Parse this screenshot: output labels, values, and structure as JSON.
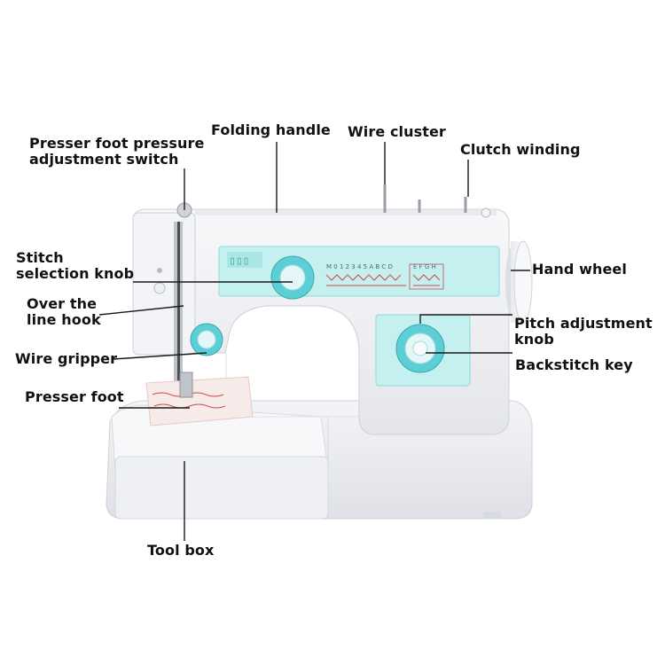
{
  "labels": {
    "presser_foot_pressure": [
      "Presser foot pressure",
      "adjustment switch"
    ],
    "folding_handle": "Folding handle",
    "wire_cluster": "Wire cluster",
    "clutch_winding": "Clutch winding",
    "stitch_selection": [
      "Stitch",
      "selection knob"
    ],
    "hand_wheel": "Hand wheel",
    "over_the_line_hook": [
      "Over the",
      "line hook"
    ],
    "pitch_adjustment": [
      "Pitch adjustment",
      "knob"
    ],
    "wire_gripper": "Wire gripper",
    "backstitch_key": "Backstitch key",
    "presser_foot": "Presser foot",
    "tool_box": "Tool box"
  },
  "panel": {
    "stitch_letters": "M 0 1 2 3 4 5 A B C D",
    "stitch_letters_right": "E F G H"
  },
  "colors": {
    "panel": "#bfeeee",
    "body": "#f2f3f6",
    "accent": "#5ccfd6",
    "stitch_red": "#d04a4a"
  }
}
